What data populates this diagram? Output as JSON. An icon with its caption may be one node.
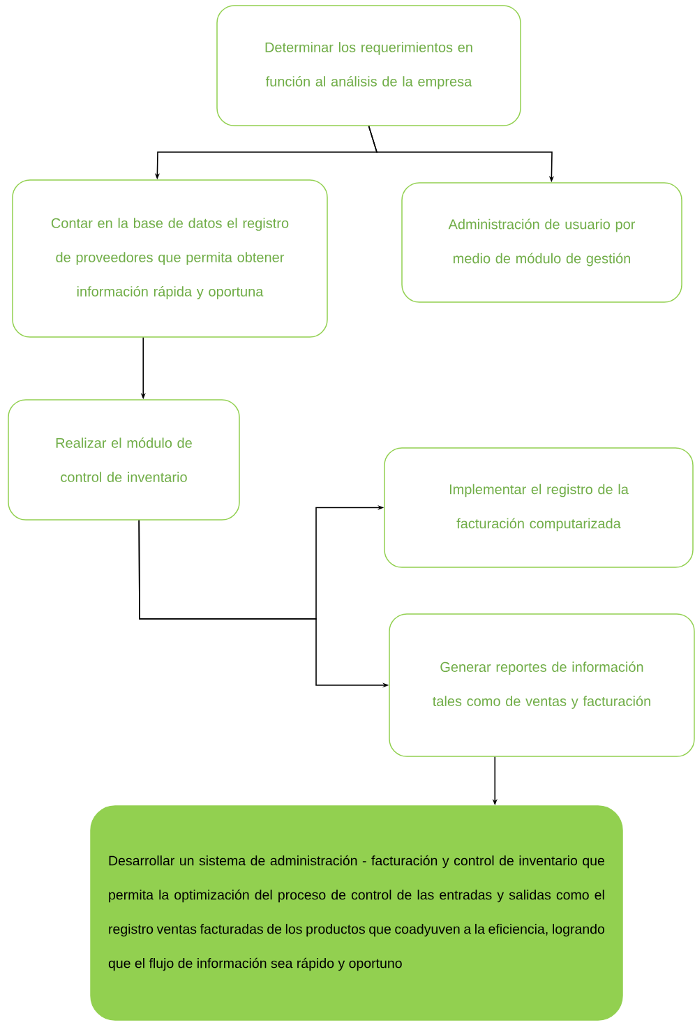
{
  "diagram": {
    "nodes": [
      {
        "text": [
          "Determinar los requerimientos en función al análisis de la empresa"
        ]
      },
      {
        "text": [
          "Contar en la base de datos el registro de proveedores que permita obtener información rápida y oportuna"
        ]
      },
      {
        "text": [
          "Administración de usuario por medio de módulo de gestión"
        ]
      },
      {
        "text": [
          "Realizar el módulo de control de inventario"
        ]
      },
      {
        "text": [
          "Implementar el registro de la facturación computarizada"
        ]
      },
      {
        "text": [
          "Generar reportes de información tales como de ventas y facturación"
        ]
      },
      {
        "text": [
          "Desarrollar un sistema de administración - facturación y control de inventario que permita la optimización del proceso de control de las entradas y salidas como el registro ventas facturadas de los productos que coadyuven a la eficiencia, logrando que el flujo de información sea rápido y oportuno"
        ]
      }
    ],
    "edges": [
      {
        "from": 0,
        "to": 1,
        "arrow": "to"
      },
      {
        "from": 0,
        "to": 2,
        "arrow": "to"
      },
      {
        "from": 1,
        "to": 3,
        "arrow": "to"
      },
      {
        "from": 3,
        "to": 4,
        "arrow": "to"
      },
      {
        "from": 3,
        "to": 5,
        "arrow": "to"
      },
      {
        "from": 5,
        "to": 6,
        "arrow": "to"
      }
    ]
  }
}
